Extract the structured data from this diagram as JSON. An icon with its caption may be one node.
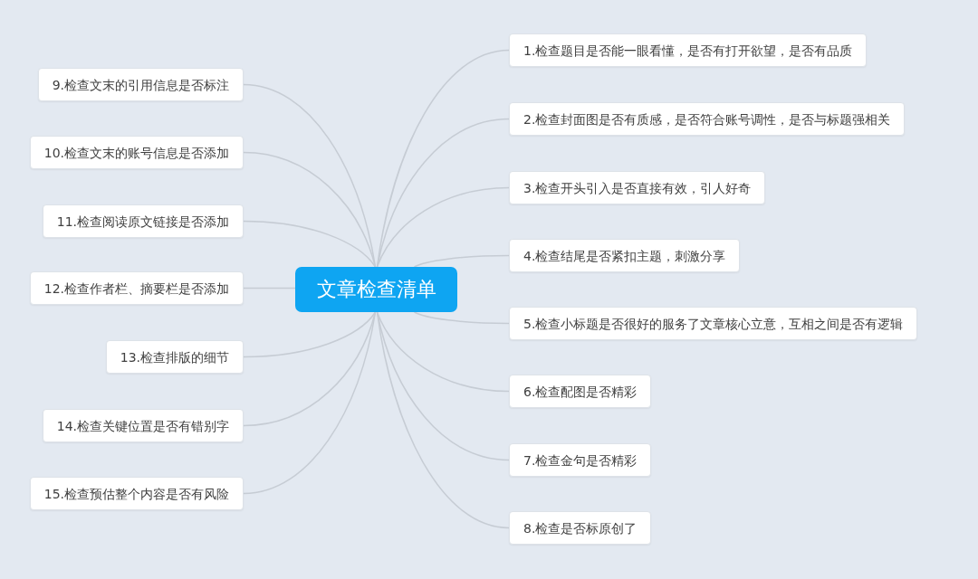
{
  "diagram": {
    "nodes": [
      {
        "text": [
          "文章检查清单"
        ]
      },
      {
        "text": [
          "1.检查题目是否能一眼看懂，是否有打开欲望，是否有品质"
        ]
      },
      {
        "text": [
          "2.检查封面图是否有质感，是否符合账号调性，是否与标题强相关"
        ]
      },
      {
        "text": [
          "3.检查开头引入是否直接有效，引人好奇"
        ]
      },
      {
        "text": [
          "4.检查结尾是否紧扣主题，刺激分享"
        ]
      },
      {
        "text": [
          "5.检查小标题是否很好的服务了文章核心立意，互相之间是否有逻辑"
        ]
      },
      {
        "text": [
          "6.检查配图是否精彩"
        ]
      },
      {
        "text": [
          "7.检查金句是否精彩"
        ]
      },
      {
        "text": [
          "8.检查是否标原创了"
        ]
      },
      {
        "text": [
          "9.检查文末的引用信息是否标注"
        ]
      },
      {
        "text": [
          "10.检查文末的账号信息是否添加"
        ]
      },
      {
        "text": [
          "11.检查阅读原文链接是否添加"
        ]
      },
      {
        "text": [
          "12.检查作者栏、摘要栏是否添加"
        ]
      },
      {
        "text": [
          "13.检查排版的细节"
        ]
      },
      {
        "text": [
          "14.检查关键位置是否有错别字"
        ]
      },
      {
        "text": [
          "15.检查预估整个内容是否有风险"
        ]
      }
    ],
    "edges": [
      {
        "from": 0,
        "to": 1,
        "arrow": "none"
      },
      {
        "from": 0,
        "to": 2,
        "arrow": "none"
      },
      {
        "from": 0,
        "to": 3,
        "arrow": "none"
      },
      {
        "from": 0,
        "to": 4,
        "arrow": "none"
      },
      {
        "from": 0,
        "to": 5,
        "arrow": "none"
      },
      {
        "from": 0,
        "to": 6,
        "arrow": "none"
      },
      {
        "from": 0,
        "to": 7,
        "arrow": "none"
      },
      {
        "from": 0,
        "to": 8,
        "arrow": "none"
      },
      {
        "from": 0,
        "to": 9,
        "arrow": "none"
      },
      {
        "from": 0,
        "to": 10,
        "arrow": "none"
      },
      {
        "from": 0,
        "to": 11,
        "arrow": "none"
      },
      {
        "from": 0,
        "to": 12,
        "arrow": "none"
      },
      {
        "from": 0,
        "to": 13,
        "arrow": "none"
      },
      {
        "from": 0,
        "to": 14,
        "arrow": "none"
      },
      {
        "from": 0,
        "to": 15,
        "arrow": "none"
      }
    ]
  }
}
